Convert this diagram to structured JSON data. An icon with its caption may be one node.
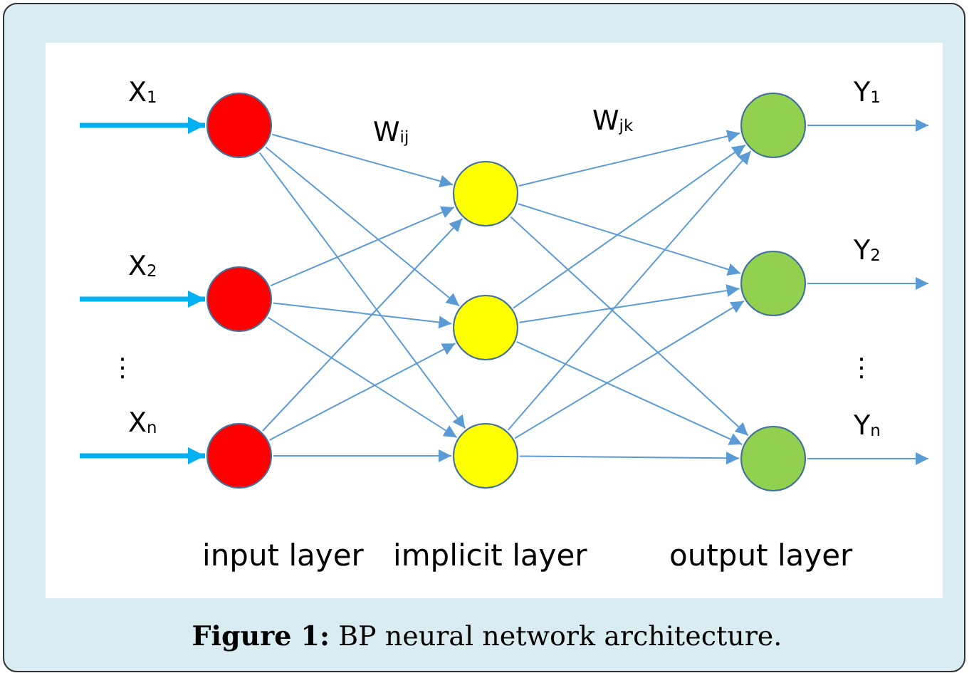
{
  "diagram": {
    "caption": "**Figure 1:** BP neural network architecture.",
    "nodes": [
      {
        "text": [],
        "shape": "circle"
      },
      {
        "text": [],
        "shape": "circle"
      },
      {
        "text": [],
        "shape": "circle"
      },
      {
        "text": [],
        "shape": "circle"
      },
      {
        "text": [],
        "shape": "circle"
      },
      {
        "text": [],
        "shape": "circle"
      },
      {
        "text": [],
        "shape": "circle"
      },
      {
        "text": [],
        "shape": "circle"
      },
      {
        "text": [],
        "shape": "circle"
      }
    ],
    "edges": [
      {
        "from": null,
        "to": 0,
        "arrow": "to",
        "label": "X$_{1}$",
        "style": "thick",
        "color": "#00b0f0"
      },
      {
        "from": null,
        "to": 1,
        "arrow": "to",
        "label": "X$_{2}$",
        "style": "thick",
        "color": "#00b0f0"
      },
      {
        "from": null,
        "to": 2,
        "arrow": "to",
        "label": "X$_{n}$",
        "style": "thick",
        "color": "#00b0f0"
      },
      {
        "from": 0,
        "to": 3,
        "arrow": "to"
      },
      {
        "from": 0,
        "to": 4,
        "arrow": "to"
      },
      {
        "from": 0,
        "to": 5,
        "arrow": "to"
      },
      {
        "from": 1,
        "to": 3,
        "arrow": "to"
      },
      {
        "from": 1,
        "to": 4,
        "arrow": "to"
      },
      {
        "from": 1,
        "to": 5,
        "arrow": "to"
      },
      {
        "from": 2,
        "to": 3,
        "arrow": "to"
      },
      {
        "from": 2,
        "to": 4,
        "arrow": "to"
      },
      {
        "from": 2,
        "to": 5,
        "arrow": "to"
      },
      {
        "from": 3,
        "to": 6,
        "arrow": "to"
      },
      {
        "from": 3,
        "to": 7,
        "arrow": "to"
      },
      {
        "from": 3,
        "to": 8,
        "arrow": "to"
      },
      {
        "from": 4,
        "to": 6,
        "arrow": "to"
      },
      {
        "from": 4,
        "to": 7,
        "arrow": "to"
      },
      {
        "from": 4,
        "to": 8,
        "arrow": "to"
      },
      {
        "from": 5,
        "to": 6,
        "arrow": "to"
      },
      {
        "from": 5,
        "to": 7,
        "arrow": "to"
      },
      {
        "from": 5,
        "to": 8,
        "arrow": "to"
      },
      {
        "from": 6,
        "to": null,
        "arrow": "to",
        "label": "Y$_{1}$"
      },
      {
        "from": 7,
        "to": null,
        "arrow": "to",
        "label": "Y$_{2}$"
      },
      {
        "from": 8,
        "to": null,
        "arrow": "to",
        "label": "Y$_{n}$"
      }
    ],
    "labels": [
      "W$_{ij}$",
      "W$_{jk}$",
      "⋮",
      "⋮",
      "input layer",
      "implicit layer",
      "output layer"
    ]
  }
}
